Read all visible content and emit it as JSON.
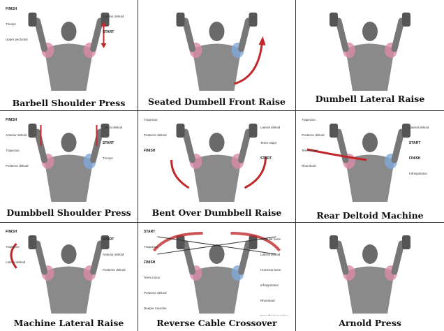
{
  "exercises": [
    {
      "title": "Barbell Shoulder Press",
      "annotations": [
        "FINISH",
        "Anterior deltoid",
        "Triceps",
        "START",
        "Upper pectorals"
      ]
    },
    {
      "title": "Seated Dumbell Front Raise",
      "annotations": []
    },
    {
      "title": "Dumbell Lateral Raise",
      "annotations": []
    },
    {
      "title": "Dumbbell Shoulder Press",
      "annotations": [
        "FINISH",
        "Lateral deltoid",
        "Anterior deltoid",
        "START",
        "Trapezius",
        "Triceps",
        "Posterior deltoid"
      ]
    },
    {
      "title": "Bent Over Dumbbell Raise",
      "annotations": [
        "Trapezius",
        "Lateral deltoid",
        "Posterior deltoid",
        "Teres major",
        "FINISH",
        "START"
      ]
    },
    {
      "title": "Rear Deltoid Machine",
      "annotations": [
        "Trapezius",
        "Lateral deltoid",
        "Posterior deltoid",
        "START",
        "Teres major",
        "FINISH",
        "Rhomboid",
        "Infraspinatus"
      ]
    },
    {
      "title": "Machine Lateral Raise",
      "annotations": [
        "FINISH",
        "START",
        "Trapezius",
        "Anterior deltoid",
        "Lateral deltoid",
        "Posterior deltoid"
      ]
    },
    {
      "title": "Reverse Cable Crossover",
      "annotations": [
        "START",
        "Scapular bone",
        "Trapezius",
        "Lateral deltoid",
        "FINISH",
        "Humerus bone",
        "Teres minor",
        "Infraspinatus",
        "Posterior deltoid",
        "Rhomboid",
        "Deeper muscles",
        "Superficial muscles"
      ]
    },
    {
      "title": "Arnold Press",
      "annotations": []
    }
  ],
  "colors": {
    "arrow": "#c0282b",
    "muscle_pink": "#d98aa6",
    "muscle_blue": "#7fa8d8",
    "body": "#8a8a8a"
  }
}
